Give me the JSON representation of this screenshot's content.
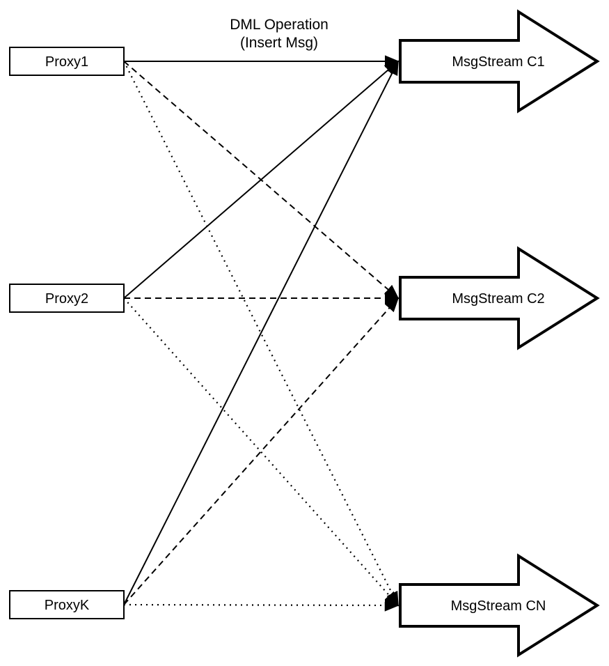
{
  "colors": {
    "line": "#000000",
    "shape_fill": "#ffffff",
    "text": "#000000",
    "background": "#ffffff"
  },
  "annotation": {
    "line1": "DML Operation",
    "line2": "(Insert Msg)"
  },
  "proxies": [
    {
      "label": "Proxy1"
    },
    {
      "label": "Proxy2"
    },
    {
      "label": "ProxyK"
    }
  ],
  "streams": [
    {
      "label": "MsgStream C1"
    },
    {
      "label": "MsgStream C2"
    },
    {
      "label": "MsgStream CN"
    }
  ],
  "edges": [
    {
      "from": "Proxy1",
      "to": "MsgStream C1",
      "style": "solid",
      "label": "DML Operation (Insert Msg)"
    },
    {
      "from": "Proxy1",
      "to": "MsgStream C2",
      "style": "dashed",
      "label": ""
    },
    {
      "from": "Proxy1",
      "to": "MsgStream CN",
      "style": "dotted",
      "label": ""
    },
    {
      "from": "Proxy2",
      "to": "MsgStream C1",
      "style": "solid",
      "label": ""
    },
    {
      "from": "Proxy2",
      "to": "MsgStream C2",
      "style": "dashed",
      "label": ""
    },
    {
      "from": "Proxy2",
      "to": "MsgStream CN",
      "style": "dotted",
      "label": ""
    },
    {
      "from": "ProxyK",
      "to": "MsgStream C1",
      "style": "solid",
      "label": ""
    },
    {
      "from": "ProxyK",
      "to": "MsgStream C2",
      "style": "dashed",
      "label": ""
    },
    {
      "from": "ProxyK",
      "to": "MsgStream CN",
      "style": "dotted",
      "label": ""
    }
  ]
}
